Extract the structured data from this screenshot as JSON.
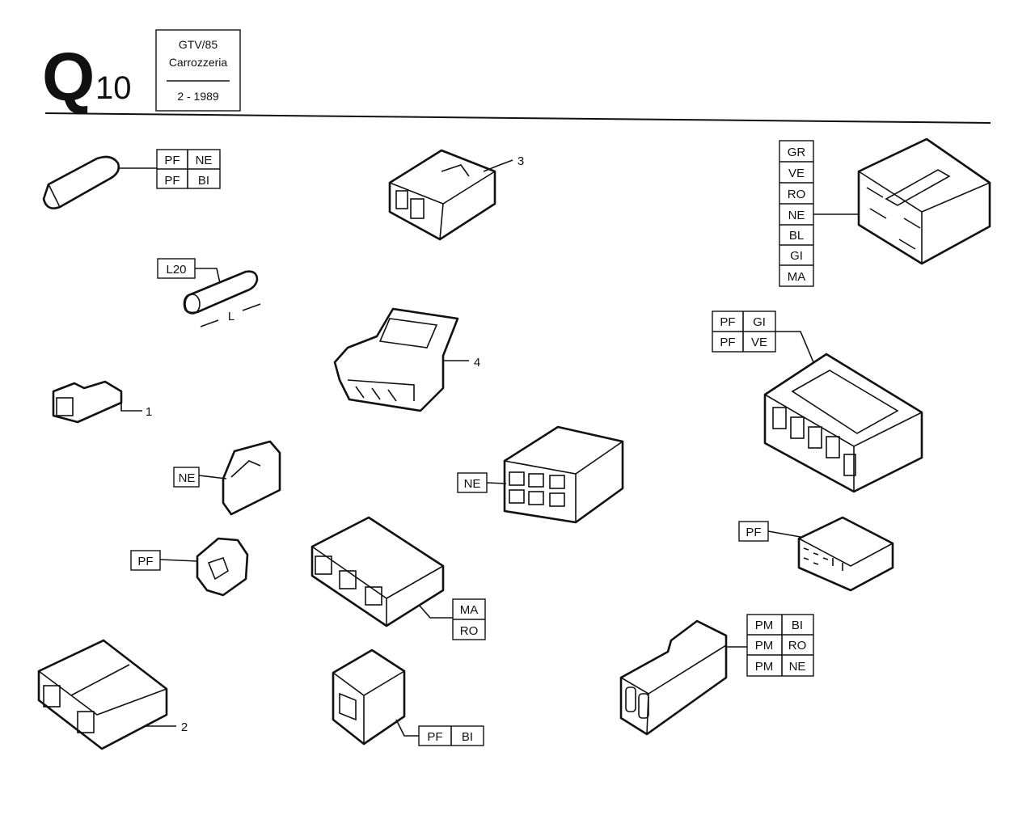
{
  "header": {
    "code_letter": "Q",
    "code_number": "10",
    "model": "GTV/85",
    "section": "Carrozzeria",
    "date": "2 - 1989"
  },
  "callouts": {
    "c1": "1",
    "c2": "2",
    "c3": "3",
    "c4": "4"
  },
  "labels": {
    "tl_pf1": "PF",
    "tl_ne": "NE",
    "tl_pf2": "PF",
    "tl_bi": "BI",
    "l20": "L20",
    "l_dim": "L",
    "ne_small": "NE",
    "pf_small": "PF",
    "ne_mid": "NE",
    "ma": "MA",
    "ro": "RO",
    "pf_bot": "PF",
    "bi_bot": "BI",
    "gr": "GR",
    "ve": "VE",
    "ro_r": "RO",
    "ne_r": "NE",
    "bl": "BL",
    "gi": "GI",
    "ma_r": "MA",
    "pf_gi_pf": "PF",
    "pf_gi_gi": "GI",
    "pf_ve_pf": "PF",
    "pf_ve_ve": "VE",
    "pf_right": "PF",
    "pm1": "PM",
    "pm1_c": "BI",
    "pm2": "PM",
    "pm2_c": "RO",
    "pm3": "PM",
    "pm3_c": "NE"
  }
}
